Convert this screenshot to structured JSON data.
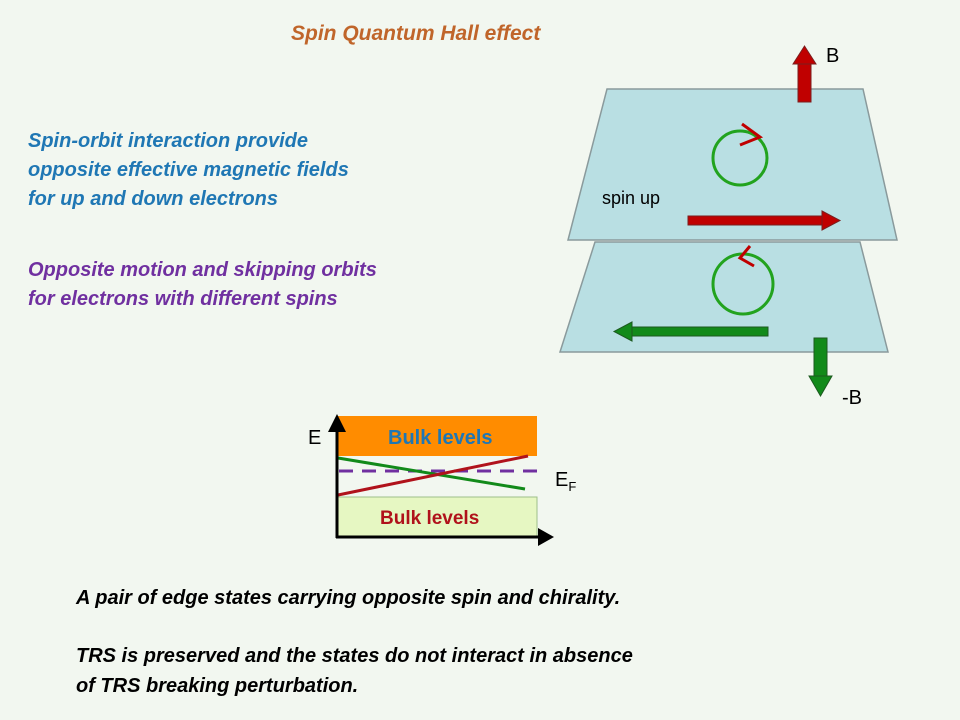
{
  "title": "Spin Quantum Hall effect",
  "para1": [
    "Spin-orbit interaction provide",
    "opposite effective magnetic fields",
    "for up and down electrons"
  ],
  "para2": [
    "Opposite motion and skipping orbits",
    "for electrons  with different spins"
  ],
  "diagram": {
    "label_B": "B",
    "label_minus_B": "-B",
    "label_spin_up": "spin up"
  },
  "energy_plot": {
    "axis_label": "E",
    "upper_band": "Bulk levels",
    "lower_band": "Bulk levels",
    "fermi_main": "E",
    "fermi_sub": "F"
  },
  "bottom_text": {
    "line1": "A pair of edge states carrying opposite spin and chirality.",
    "line2": "TRS is preserved and the states do not interact in absence",
    "line3": "of TRS breaking perturbation."
  },
  "colors": {
    "plate": "#b9dfe3",
    "red_arrow": "#c00000",
    "green_arrow": "#128a1a",
    "upper_band": "#ff8c00",
    "lower_band": "#e6f7c2",
    "fermi_line": "#7030a0"
  }
}
